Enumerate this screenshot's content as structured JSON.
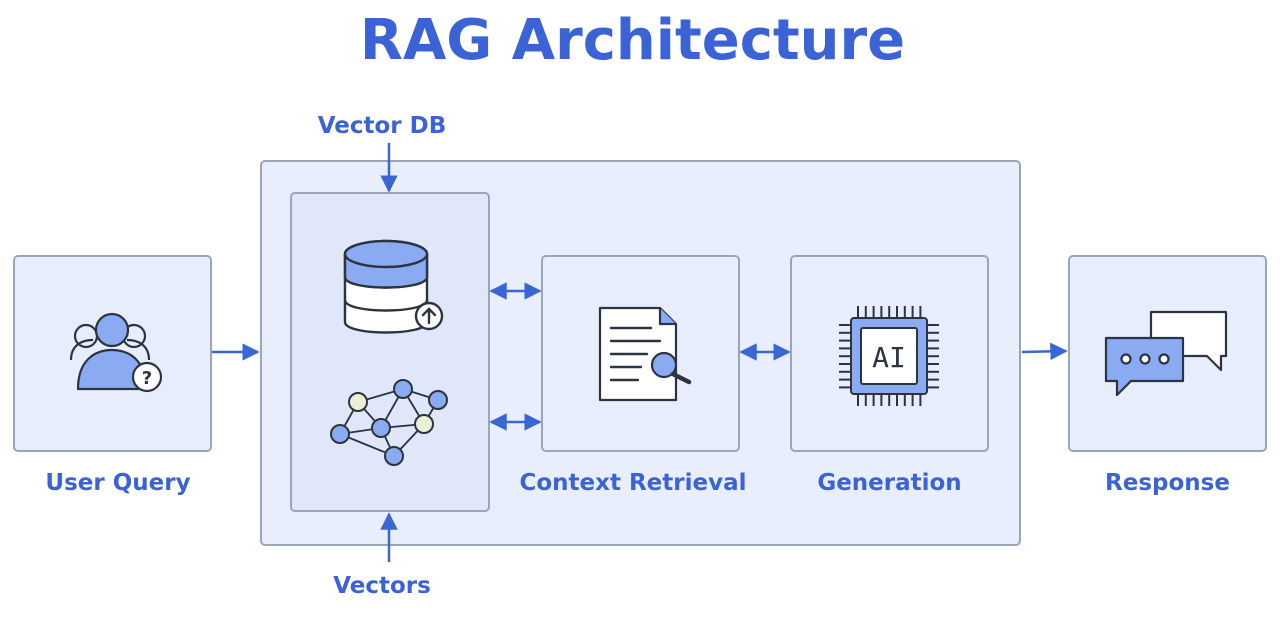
{
  "diagram": {
    "title": "RAG Architecture",
    "nodes": {
      "user_query": {
        "label": "User Query",
        "icon": "user-question-icon"
      },
      "vector_store": {
        "icon_top": "database-upload-icon",
        "icon_bottom": "vector-graph-icon"
      },
      "context_retrieval": {
        "label": "Context Retrieval",
        "icon": "document-search-icon"
      },
      "generation": {
        "label": "Generation",
        "icon": "ai-chip-icon",
        "chip_text": "AI"
      },
      "response": {
        "label": "Response",
        "icon": "chat-bubbles-icon"
      }
    },
    "annotations": {
      "vector_db": "Vector DB",
      "vectors": "Vectors"
    },
    "edges": [
      {
        "from": "user_query",
        "to": "pipeline",
        "direction": "forward"
      },
      {
        "from": "vector_db_label",
        "to": "vector_store",
        "direction": "forward"
      },
      {
        "from": "vectors_label",
        "to": "vector_store",
        "direction": "forward"
      },
      {
        "from": "vector_store",
        "to": "context_retrieval",
        "direction": "both"
      },
      {
        "from": "vector_store",
        "to": "context_retrieval",
        "direction": "both"
      },
      {
        "from": "context_retrieval",
        "to": "generation",
        "direction": "both"
      },
      {
        "from": "pipeline",
        "to": "response",
        "direction": "forward"
      }
    ]
  },
  "colors": {
    "accent": "#3b63d6",
    "arrow": "#3a66d4",
    "box_fill": "#e7edfb",
    "inner_fill": "#dfe7f8",
    "outer_fill": "#e9eefc",
    "icon_fill": "#8aaaf2",
    "icon_stroke": "#2c3440",
    "node_light": "#eaf0d8"
  }
}
